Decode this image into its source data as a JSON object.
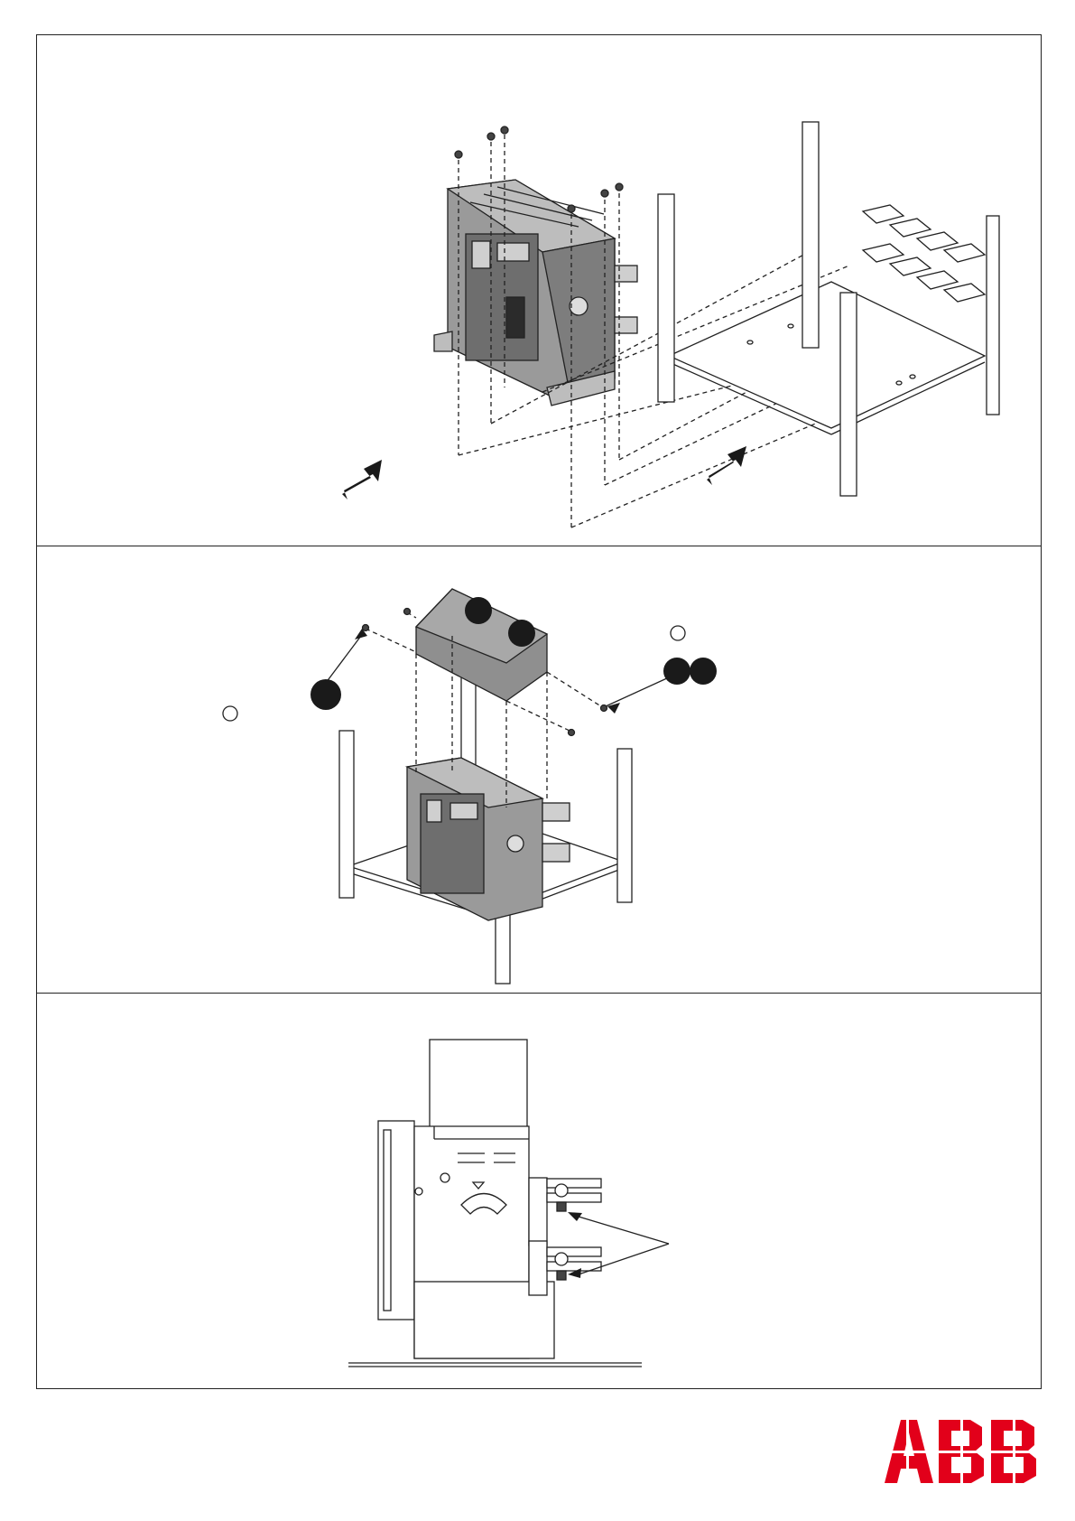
{
  "page": {
    "border_color": "#222222"
  },
  "illustrations": [
    {
      "id": "step-1",
      "icon": "mount-breaker-onto-frame-drawing"
    },
    {
      "id": "step-2",
      "icon": "fit-top-cover-drawing"
    },
    {
      "id": "step-3",
      "icon": "side-view-terminal-bolts-drawing"
    }
  ],
  "colors": {
    "line": "#222222",
    "device_fill": "#8f8f8f",
    "callout_fill": "#1a1a1a",
    "logo_red": "#e2001a"
  },
  "logo": {
    "text": "ABB",
    "icon": "abb-logo"
  }
}
